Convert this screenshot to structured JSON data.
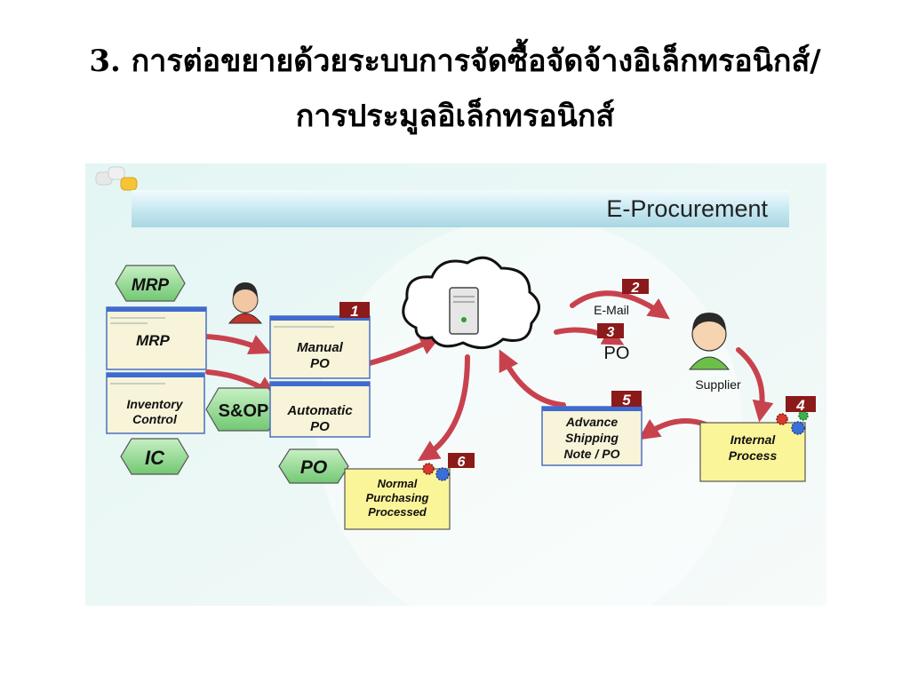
{
  "slide": {
    "title_line1": "3. การต่อขยายด้วยระบบการจัดซื้อจัดจ้างอิเล็กทรอนิกส์/",
    "title_line2": "การประมูลอิเล็กทรอนิกส์"
  },
  "diagram": {
    "header": "E-Procurement",
    "hexagons": {
      "mrp": "MRP",
      "sop": "S&OP",
      "ic": "IC",
      "po": "PO"
    },
    "windows": {
      "mrp": "MRP",
      "inventory_line1": "Inventory",
      "inventory_line2": "Control",
      "manual_line1": "Manual",
      "manual_line2": "PO",
      "automatic_line1": "Automatic",
      "automatic_line2": "PO",
      "asn_line1": "Advance",
      "asn_line2": "Shipping",
      "asn_line3": "Note / PO"
    },
    "badges": {
      "b1": "1",
      "b2": "2",
      "b3": "3",
      "b4": "4",
      "b5": "5",
      "b6": "6"
    },
    "labels": {
      "email": "E-Mail",
      "po": "PO",
      "supplier": "Supplier"
    },
    "notes": {
      "internal_line1": "Internal",
      "internal_line2": "Process",
      "normal_line1": "Normal",
      "normal_line2": "Purchasing",
      "normal_line3": "Processed"
    },
    "colors": {
      "badge": "#8b1a1a",
      "arrow": "#c8424e",
      "hexagon": "#7ecf7e",
      "note": "#fbf59a"
    }
  }
}
